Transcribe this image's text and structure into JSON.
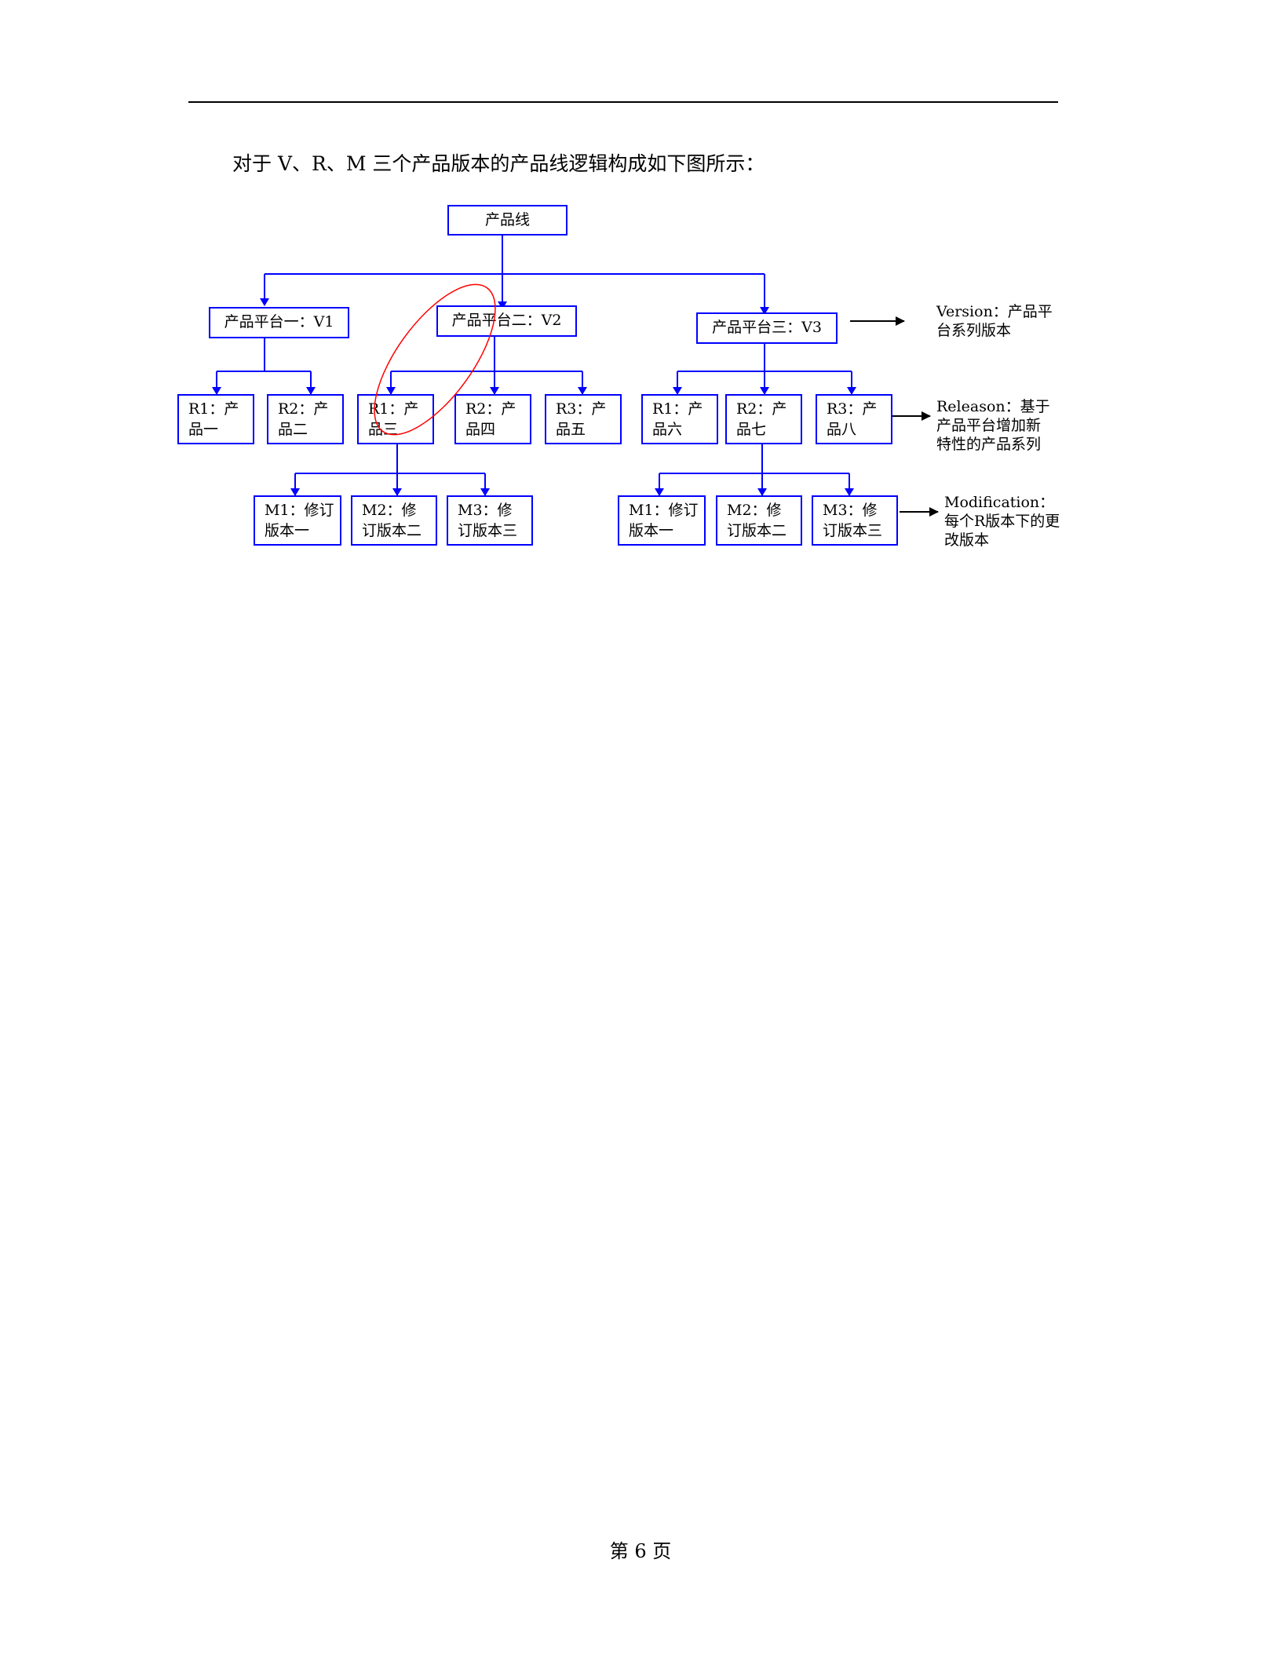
{
  "intro_text": "对于 V、R、M 三个产品版本的产品线逻辑构成如下图所示：",
  "diagram": {
    "root": "产品线",
    "platforms": [
      "产品平台一：V1",
      "产品平台二：V2",
      "产品平台三：V3"
    ],
    "releases": [
      {
        "text": "R1：产品一"
      },
      {
        "text": "R2：产品二"
      },
      {
        "text": "R1：产品三"
      },
      {
        "text": "R2：产品四"
      },
      {
        "text": "R3：产品五"
      },
      {
        "text": "R1：产品六"
      },
      {
        "text": "R2：产品七"
      },
      {
        "text": "R3：产品八"
      }
    ],
    "modifications_left": [
      "M1：修订版本一",
      "M2：修订版本二",
      "M3：修订版本三"
    ],
    "modifications_right": [
      "M1：修订版本一",
      "M2：修订版本二",
      "M3：修订版本三"
    ],
    "notes": {
      "version": "Version：产品平台系列版本",
      "release": "Releason：基于产品平台增加新特性的产品系列",
      "modification": "Modification：每个R版本下的更改版本"
    }
  },
  "footer": "第 6 页",
  "colors": {
    "line": "#0000ff",
    "box_border": "#0000ff",
    "highlight": "#ff0000",
    "note_arrow": "#000000"
  }
}
